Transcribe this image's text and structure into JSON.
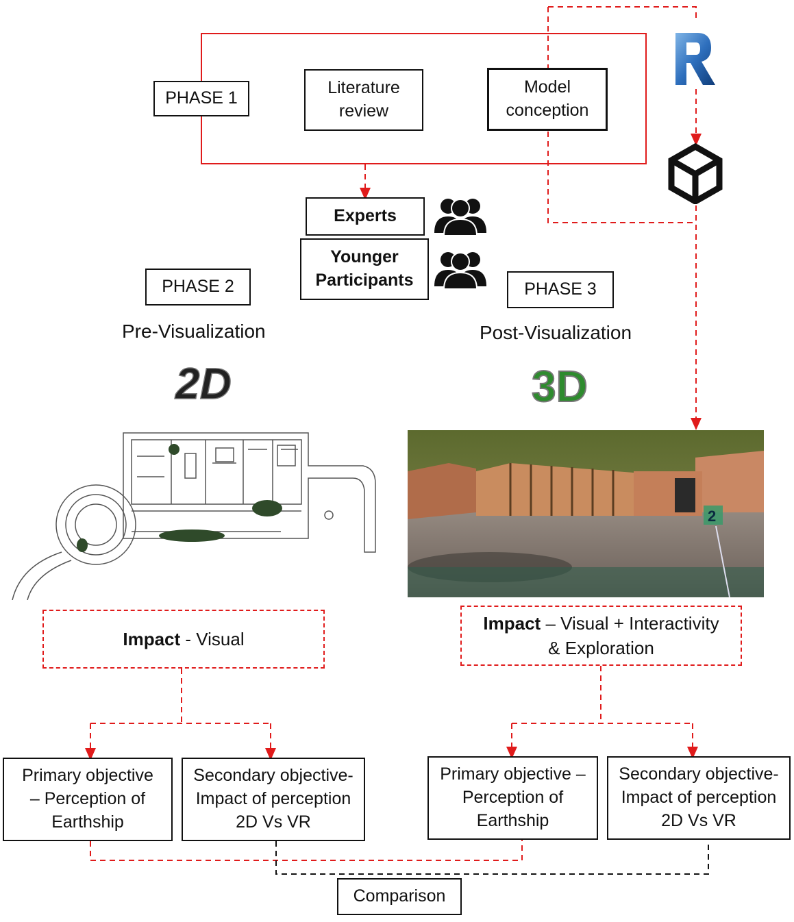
{
  "phase1": {
    "label": "PHASE 1",
    "literature_review": "Literature review",
    "model_conception": "Model conception"
  },
  "participants": {
    "experts": "Experts",
    "younger": "Younger Participants"
  },
  "phase2": {
    "label": "PHASE 2",
    "title": "Pre-Visualization",
    "badge": "2D",
    "impact_bold": "Impact",
    "impact_rest": " - Visual",
    "primary": "Primary objective – Perception of Earthship",
    "secondary": "Secondary objective- Impact of perception 2D Vs VR"
  },
  "phase3": {
    "label": "PHASE 3",
    "title": "Post-Visualization",
    "badge": "3D",
    "impact_bold": "Impact",
    "impact_rest": " – Visual + Interactivity & Exploration",
    "primary": "Primary objective – Perception of Earthship",
    "secondary": "Secondary objective- Impact of perception 2D Vs VR",
    "vr_marker": "2"
  },
  "comparison": "Comparison",
  "icons": {
    "revit": "R",
    "unity": "unity-logo-icon",
    "people": "group-people-icon"
  },
  "colors": {
    "accent_red": "#e01b1b",
    "border": "#111111",
    "revit_blue": "#1f5fa8",
    "badge_green": "#3aa63a"
  }
}
